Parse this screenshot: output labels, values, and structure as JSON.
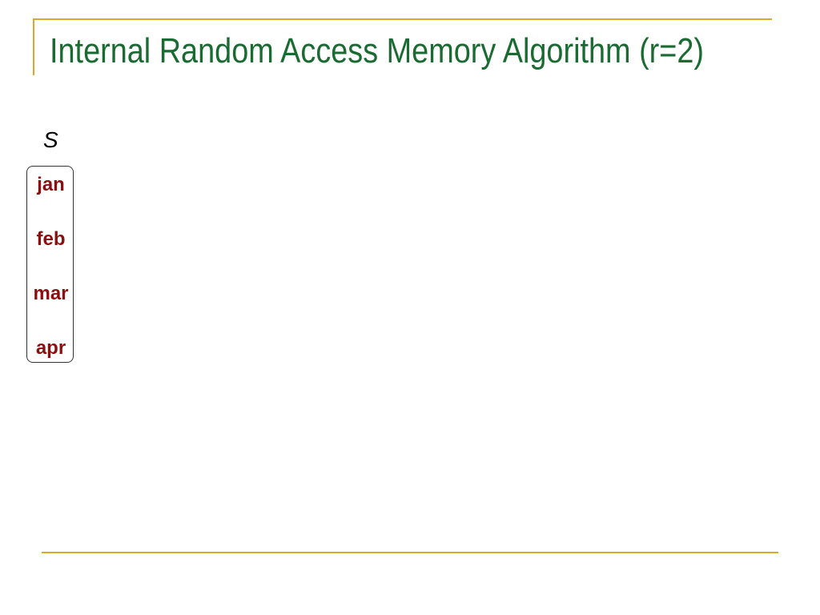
{
  "slide": {
    "title": "Internal Random Access Memory Algorithm (r=2)",
    "set_label": "S",
    "set_items": [
      "jan",
      "feb",
      "mar",
      "apr"
    ],
    "colors": {
      "title": "#1a6b32",
      "rule": "#d9a830",
      "item_text": "#8b0f0f",
      "box_border": "#333333"
    }
  }
}
